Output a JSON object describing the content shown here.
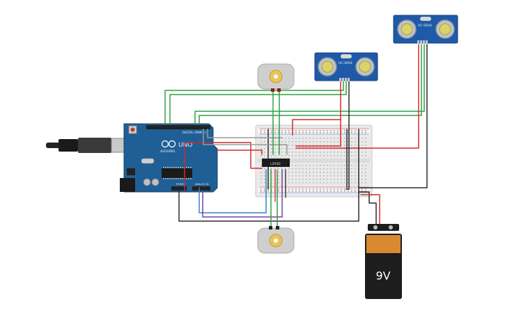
{
  "arduino": {
    "brand": "UNO",
    "maker": "ARDUINO",
    "digital_label": "DIGITAL (PWM ~)",
    "power_label": "POWER",
    "analog_label": "ANALOG IN"
  },
  "sensors": {
    "left_model": "HC-SR04",
    "right_model": "HC-SR04"
  },
  "driver": {
    "model": "L293D"
  },
  "battery": {
    "voltage": "9V"
  },
  "colors": {
    "wire_red": "#d42a2a",
    "wire_green": "#2ea043",
    "wire_black": "#2b2b2b",
    "wire_blue": "#2f86c4",
    "wire_purple": "#7a3fa0",
    "arduino_blue": "#1f5f96",
    "sensor_blue": "#1e5aa8",
    "battery_orange": "#d9892f",
    "battery_black": "#1d1d1d"
  }
}
